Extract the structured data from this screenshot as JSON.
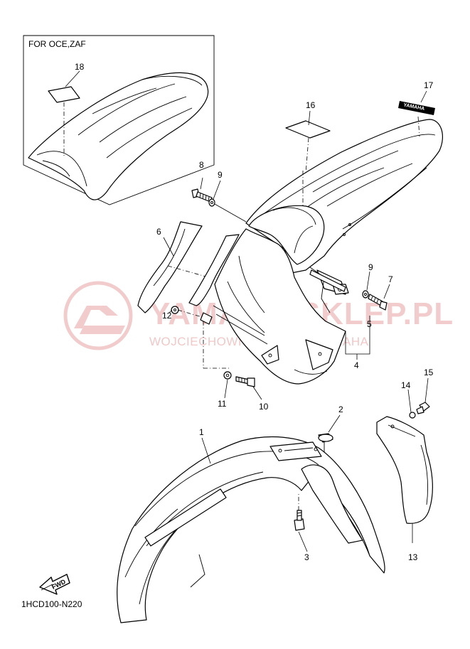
{
  "inset": {
    "label": "FOR OCE,ZAF"
  },
  "callouts": {
    "c1": "1",
    "c2": "2",
    "c3": "3",
    "c4": "4",
    "c5": "5",
    "c6": "6",
    "c7": "7",
    "c8": "8",
    "c9a": "9",
    "c9b": "9",
    "c10": "10",
    "c11": "11",
    "c12": "12",
    "c13": "13",
    "c14": "14",
    "c15": "15",
    "c16": "16",
    "c17": "17",
    "c18": "18"
  },
  "decal": {
    "text": "YAMAHA"
  },
  "fwd": {
    "text": "FWD"
  },
  "diagram_code": "1HCD100-N220",
  "watermark": {
    "title": "YAMAHA-SKLEP.PL",
    "subtitle": "WOJCIECHOWICZ DEALER YAMAHA",
    "color": "#e9a3a3"
  }
}
